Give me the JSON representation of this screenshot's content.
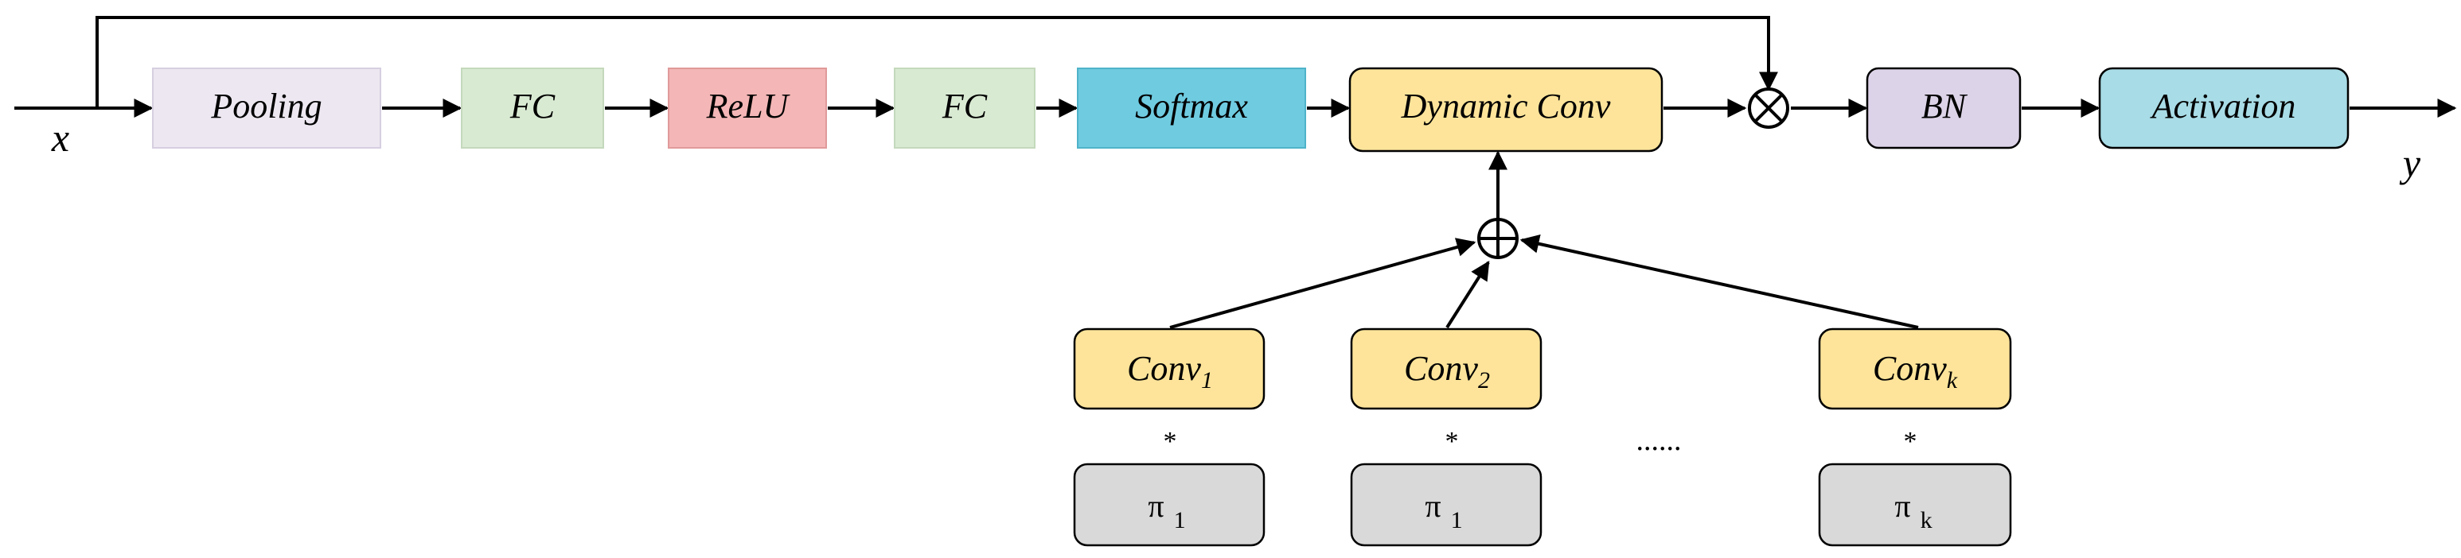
{
  "diagram": {
    "input_label": "x",
    "output_label": "y",
    "blocks": {
      "pooling": "Pooling",
      "fc1": "FC",
      "relu": "ReLU",
      "fc2": "FC",
      "softmax": "Softmax",
      "dynamic_conv": "Dynamic Conv",
      "bn": "BN",
      "activation": "Activation"
    },
    "operators": {
      "multiply": "⊗",
      "add": "⊕"
    },
    "kernels": [
      {
        "conv_base": "Conv",
        "conv_sub": "1",
        "mult": "*",
        "pi_base": "π",
        "pi_sub": "1"
      },
      {
        "conv_base": "Conv",
        "conv_sub": "2",
        "mult": "*",
        "pi_base": "π",
        "pi_sub": "1"
      },
      {
        "conv_base": "Conv",
        "conv_sub": "k",
        "mult": "*",
        "pi_base": "π",
        "pi_sub": "k"
      }
    ],
    "ellipsis": "......",
    "colors": {
      "pooling": "#ede7f1",
      "fc": "#d9ead3",
      "relu": "#f4b6b6",
      "softmax": "#6fcbe0",
      "dynamic_conv": "#fde49a",
      "bn": "#ddd3e8",
      "activation": "#a8dce6",
      "conv": "#fde49a",
      "pi": "#d9d9d9",
      "line": "#000000"
    }
  }
}
